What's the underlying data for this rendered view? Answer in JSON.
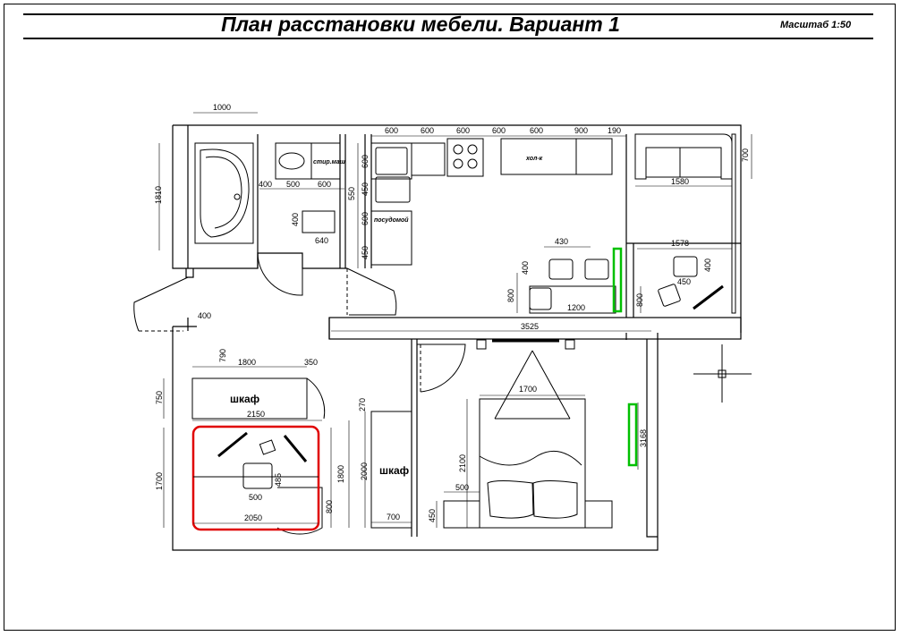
{
  "title": "План расстановки мебели. Вариант 1",
  "scale": "Масштаб 1:50",
  "labels": {
    "wardrobe_hall": "шкаф",
    "wardrobe_bedroom": "шкаф",
    "washer": "стир.маш",
    "dishwasher": "посудомой",
    "fridge": "хол-к"
  },
  "dims": {
    "d1000": "1000",
    "d1810": "1810",
    "k600a": "600",
    "k600b": "600",
    "k600c": "600",
    "k600d": "600",
    "k600e": "600",
    "k900": "900",
    "k190": "190",
    "v600a": "600",
    "v450": "450",
    "v550": "550",
    "v600b": "600",
    "v450b": "450",
    "b400": "400",
    "b500": "500",
    "b600": "600",
    "b400v": "400",
    "b640": "640",
    "d700": "700",
    "d1580": "1580",
    "d430": "430",
    "d400c": "400",
    "d800c": "800",
    "d1200": "1200",
    "d1578": "1578",
    "d400r": "400",
    "d450r": "450",
    "d800r": "800",
    "d3525": "3525",
    "h400": "400",
    "h790": "790",
    "h1800": "1800",
    "h350": "350",
    "h750": "750",
    "h2150": "2150",
    "h1700": "1700",
    "h485": "485",
    "h500": "500",
    "h2050": "2050",
    "h1800v": "1800",
    "h800": "800",
    "br270": "270",
    "br2000": "2000",
    "br700": "700",
    "br1700": "1700",
    "br2100": "2100",
    "br500": "500",
    "br450": "450",
    "br3168": "3168"
  },
  "colors": {
    "highlight_red": "#e00000",
    "highlight_green": "#00c000"
  }
}
